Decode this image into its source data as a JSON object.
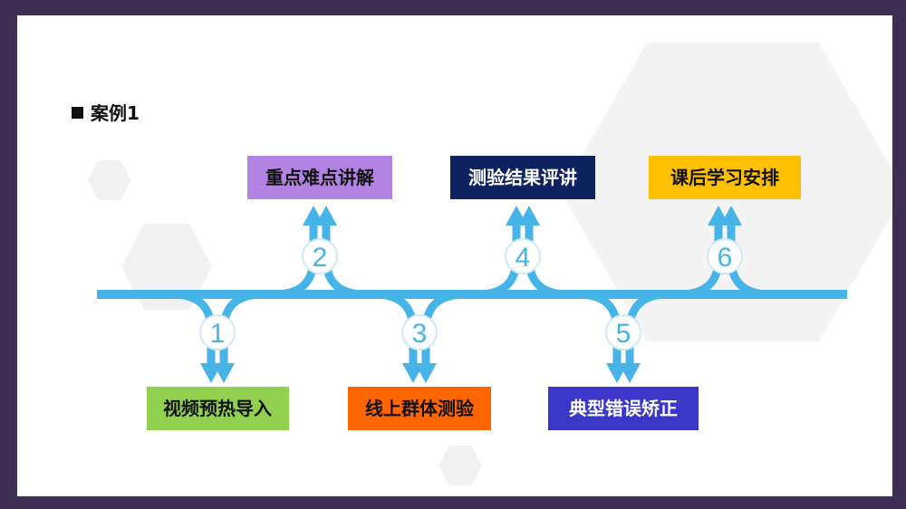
{
  "title": "案例1",
  "steps": [
    {
      "num": "1",
      "label": "视频预热导入",
      "color": "#92d050",
      "text_color": "#111111",
      "dir": "down"
    },
    {
      "num": "2",
      "label": "重点难点讲解",
      "color": "#b383e3",
      "text_color": "#111111",
      "dir": "up"
    },
    {
      "num": "3",
      "label": "线上群体测验",
      "color": "#ff6600",
      "text_color": "#111111",
      "dir": "down"
    },
    {
      "num": "4",
      "label": "测验结果评讲",
      "color": "#0e2260",
      "text_color": "#ffffff",
      "dir": "up"
    },
    {
      "num": "5",
      "label": "典型错误矫正",
      "color": "#3a36c8",
      "text_color": "#ffffff",
      "dir": "down"
    },
    {
      "num": "6",
      "label": "课后学习安排",
      "color": "#ffc000",
      "text_color": "#111111",
      "dir": "up"
    }
  ],
  "line_color": "#46b4e6"
}
